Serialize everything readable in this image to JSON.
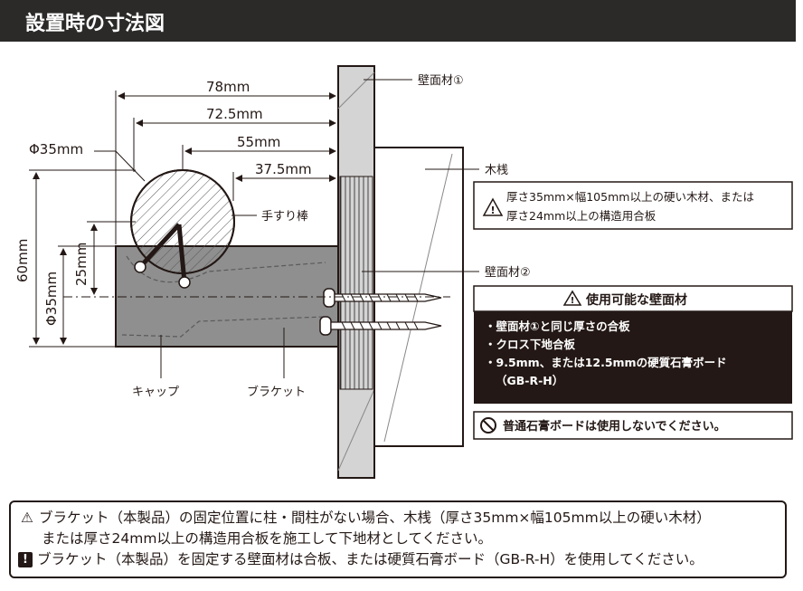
{
  "header": {
    "title": "設置時の寸法図"
  },
  "dimensions": {
    "d78": "78mm",
    "d725": "72.5mm",
    "d55": "55mm",
    "d375": "37.5mm",
    "phi35_top": "Φ35mm",
    "h60": "60mm",
    "phi35_side": "Φ35mm",
    "h25": "25mm"
  },
  "labels": {
    "wall1": "壁面材①",
    "sanjin": "木桟",
    "handrail": "手すり棒",
    "wall2": "壁面材②",
    "cap": "キャップ",
    "bracket": "ブラケット"
  },
  "sanjin_box": {
    "line1": "厚さ35mm×幅105mm以上の硬い木材、または",
    "line2": "厚さ24mm以上の構造用合板"
  },
  "usable_box": {
    "title": "使用可能な壁面材",
    "items": [
      "・壁面材①と同じ厚さの合板",
      "・クロス下地合板",
      "・9.5mm、または12.5mmの硬質石膏ボード",
      "（GB-R-H）"
    ]
  },
  "prohibit_box": {
    "text": "普通石膏ボードは使用しないでください。"
  },
  "notice": {
    "line1": "ブラケット（本製品）の固定位置に柱・間柱がない場合、木桟（厚さ35mm×幅105mm以上の硬い木材）",
    "line2": "または厚さ24mm以上の構造用合板を施工して下地材としてください。",
    "line3": "ブラケット（本製品）を固定する壁面材は合板、または硬質石膏ボード（GB-R-H）を使用してください。",
    "warn_icon": "warning-triangle-icon",
    "excl_icon": "exclamation-icon"
  },
  "colors": {
    "header_bg": "#2b2a29",
    "bracket_fill": "#8f8f8f",
    "wall_fill": "#d9d9d9",
    "box_dark": "#231815"
  }
}
